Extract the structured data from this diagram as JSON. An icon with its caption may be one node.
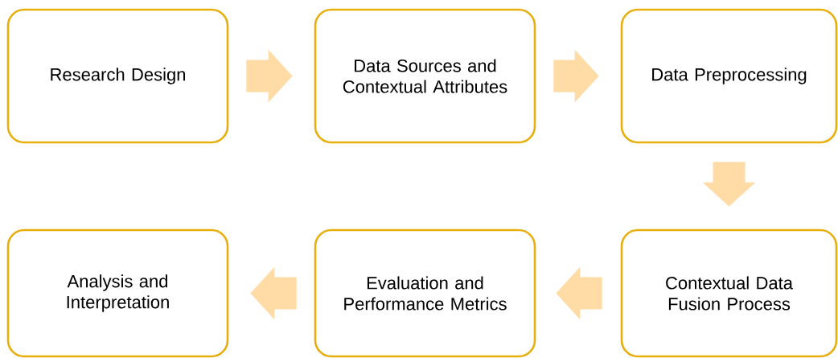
{
  "diagram": {
    "nodes": [
      {
        "text": [
          "Research Design"
        ]
      },
      {
        "text": [
          "Data Sources and Contextual Attributes"
        ]
      },
      {
        "text": [
          "Data Preprocessing"
        ]
      },
      {
        "text": [
          "Analysis and Interpretation"
        ]
      },
      {
        "text": [
          "Evaluation and Performance Metrics"
        ]
      },
      {
        "text": [
          "Contextual Data Fusion Process"
        ]
      }
    ],
    "edges": [
      {
        "from": 0,
        "to": 1,
        "arrow": "to"
      },
      {
        "from": 1,
        "to": 2,
        "arrow": "to"
      },
      {
        "from": 2,
        "to": 5,
        "arrow": "to"
      },
      {
        "from": 5,
        "to": 4,
        "arrow": "to"
      },
      {
        "from": 4,
        "to": 3,
        "arrow": "to"
      }
    ]
  }
}
